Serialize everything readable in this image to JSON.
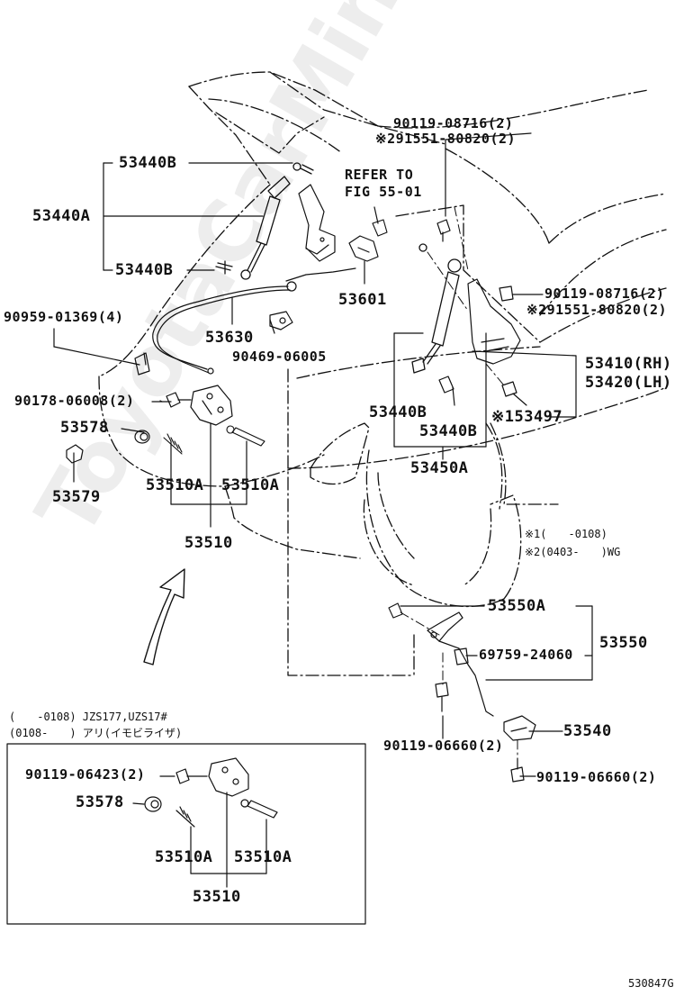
{
  "labels": {
    "p53440B_top": "53440B",
    "p53440A": "53440A",
    "p53440B_left": "53440B",
    "p90959": "90959-01369(4)",
    "p53630": "53630",
    "p90469": "90469-06005",
    "p90178": "90178-06008(2)",
    "p53578": "53578",
    "p53579": "53579",
    "p53510A_1": "53510A",
    "p53510A_2": "53510A",
    "p53510": "53510",
    "p90119_08716_top": "90119-08716(2)",
    "p91551_top": "※291551-80820(2)",
    "refer1": "REFER TO",
    "refer2": "FIG 55-01",
    "p53601": "53601",
    "p90119_08716_right": "90119-08716(2)",
    "p91551_right": "※291551-80820(2)",
    "p53410": "53410(RH)",
    "p53420": "53420(LH)",
    "p53497": "※153497",
    "p53440B_mid1": "53440B",
    "p53440B_mid2": "53440B",
    "p53450A": "53450A",
    "p53550A": "53550A",
    "p53550": "53550",
    "p69759": "69759-24060",
    "p53540": "53540",
    "p90119_06660_a": "90119-06660(2)",
    "p90119_06660_b": "90119-06660(2)",
    "inset_p90119": "90119-06423(2)",
    "inset_p53578": "53578",
    "inset_p53510A_1": "53510A",
    "inset_p53510A_2": "53510A",
    "inset_p53510": "53510"
  },
  "notes": {
    "note1": "※1(　　-0108)",
    "note2": "※2(0403-　　)WG",
    "inset_cond1": "(　　-0108) JZS177,UZS17#",
    "inset_cond2": "(0108-　　) アリ(イモビライザ)",
    "figure_code": "530847G"
  },
  "watermark": "ToyotaCarMine.ru",
  "colors": {
    "line": "#111111",
    "watermark": "#000000"
  }
}
